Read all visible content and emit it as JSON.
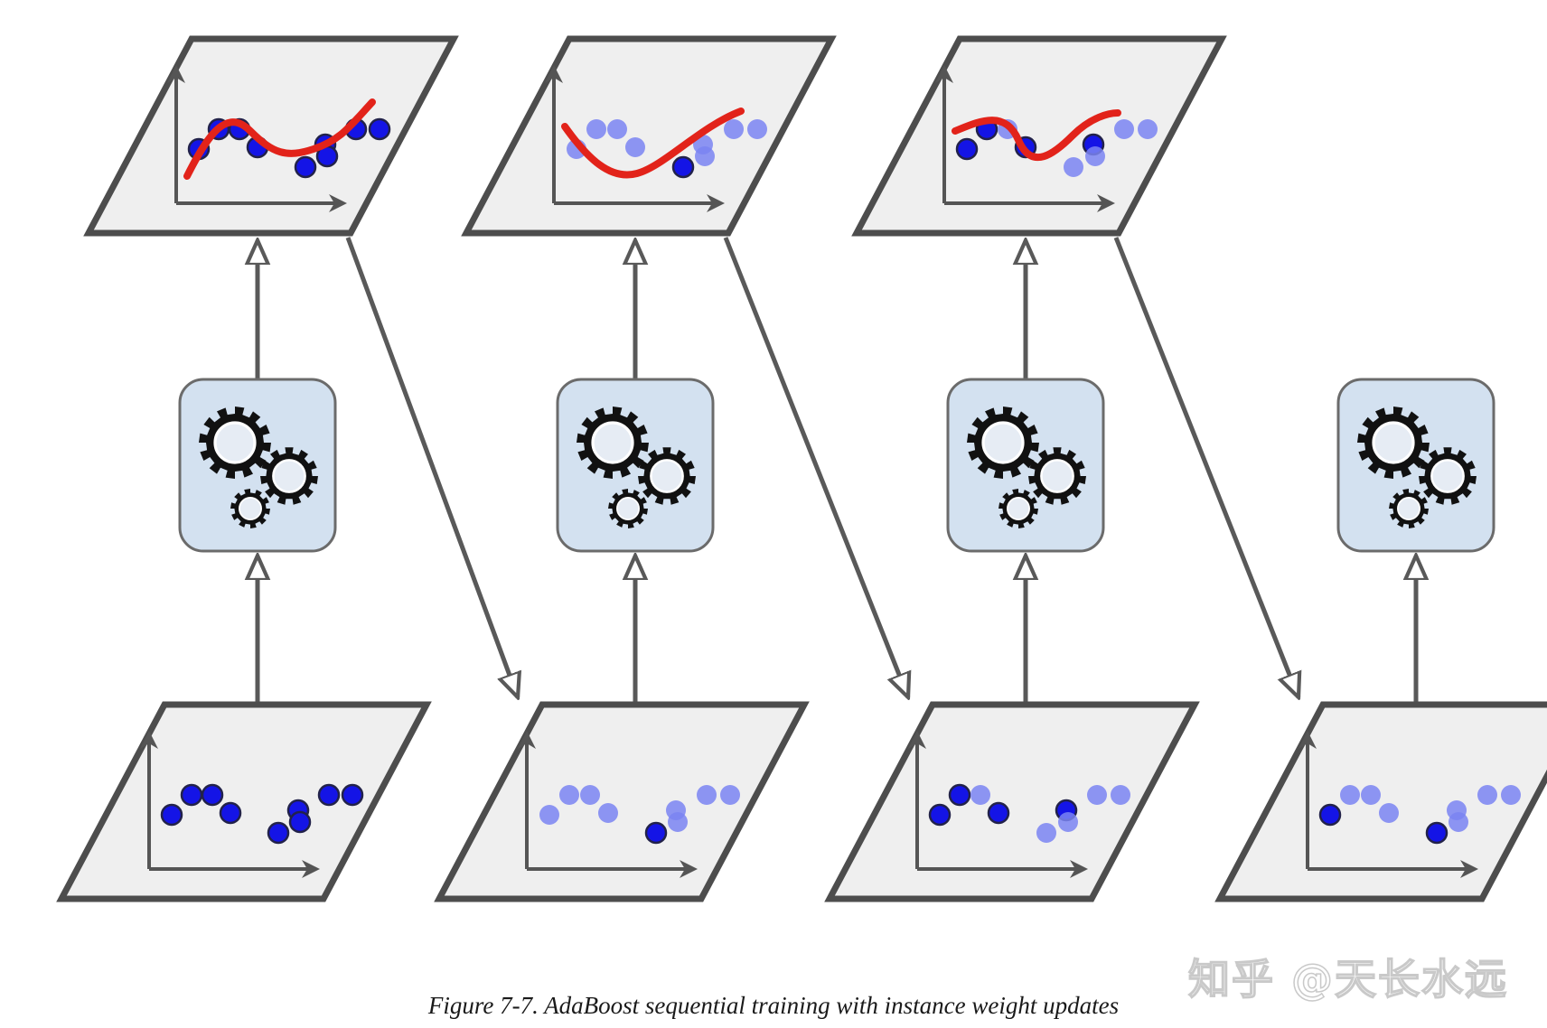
{
  "caption": "Figure 7-7. AdaBoost sequential training with instance weight updates",
  "watermark": "知乎 @天长水远",
  "colors": {
    "panel_fill": "#efefef",
    "panel_stroke": "#4d4d4d",
    "predictor_box_fill": "#d3e1f0",
    "predictor_box_stroke": "#6b6b6b",
    "arrow": "#595959",
    "fit_curve": "#e2231a",
    "heavy_point": "#1414e6",
    "light_point": "#7a84f2",
    "gear": "#111111"
  },
  "stages": [
    {
      "training_points": [
        "heavy",
        "heavy",
        "heavy",
        "heavy",
        "heavy",
        "heavy",
        "heavy",
        "heavy",
        "heavy"
      ],
      "has_fit": true,
      "next_weights": true
    },
    {
      "training_points": [
        "light",
        "light",
        "light",
        "light",
        "heavy",
        "light",
        "light",
        "light",
        "light"
      ],
      "has_fit": true,
      "next_weights": true
    },
    {
      "training_points": [
        "heavy",
        "heavy",
        "light",
        "heavy",
        "light",
        "heavy",
        "light",
        "light",
        "light"
      ],
      "has_fit": true,
      "next_weights": true
    },
    {
      "training_points": [
        "heavy",
        "light",
        "light",
        "light",
        "heavy",
        "light",
        "light",
        "light",
        "light"
      ],
      "has_fit": false,
      "next_weights": false
    }
  ]
}
